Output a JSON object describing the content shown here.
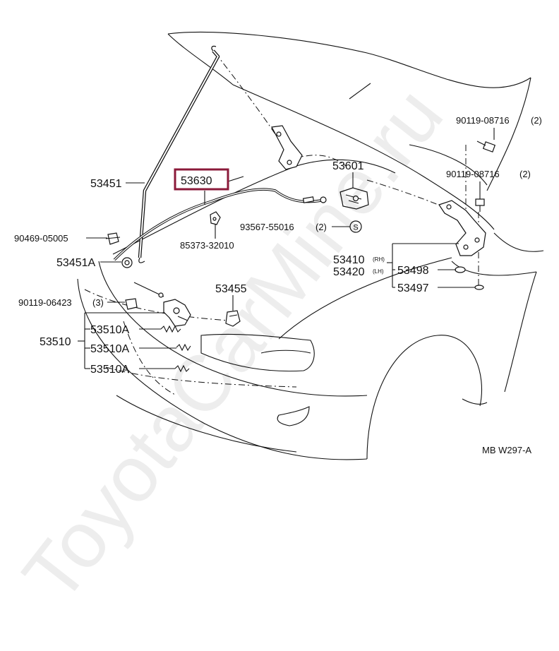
{
  "diagram": {
    "watermark": "ToyotaCarMine.ru",
    "figure_code": "MB W297-A",
    "highlighted_part": "53630",
    "highlight_color": "#8b1a3a",
    "labels": {
      "p53630": "53630",
      "p53451": "53451",
      "p90469_05005": "90469-05005",
      "p53451A": "53451A",
      "p90119_06423": "90119-06423",
      "p90119_06423_qty": "(3)",
      "p53510": "53510",
      "p53510A_1": "53510A",
      "p53510A_2": "53510A",
      "p53510A_3": "53510A",
      "p53455": "53455",
      "p85373_32010": "85373-32010",
      "p93567_55016": "93567-55016",
      "p93567_55016_qty": "(2)",
      "p53601": "53601",
      "p90119_08716_a": "90119-08716",
      "p90119_08716_a_qty": "(2)",
      "p90119_08716_b": "90119-08716",
      "p90119_08716_b_qty": "(2)",
      "p53410": "53410",
      "p53410_side": "(RH)",
      "p53420": "53420",
      "p53420_side": "(LH)",
      "p53498": "53498",
      "p53497": "53497",
      "s_symbol": "S"
    }
  }
}
